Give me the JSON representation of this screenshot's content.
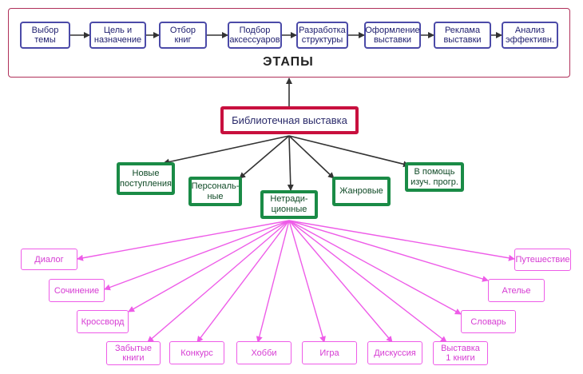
{
  "stages": {
    "title": "ЭТАПЫ",
    "items": [
      "Выбор\nтемы",
      "Цель и\nназначение",
      "Отбор\nкниг",
      "Подбор\nаксессуаров",
      "Разработка\nструктуры",
      "Оформление\nвыставки",
      "Реклама\nвыставки",
      "Анализ\nэффективн."
    ]
  },
  "root": {
    "label": "Библиотечная выставка"
  },
  "categories": [
    "Новые\nпоступления",
    "Персональ-\nные",
    "Нетради-\nционные",
    "Жанровые",
    "В помощь\nизуч. прогр."
  ],
  "leaves": [
    "Диалог",
    "Сочинение",
    "Кроссворд",
    "Забытые\nкниги",
    "Конкурс",
    "Хобби",
    "Игра",
    "Дискуссия",
    "Выставка\n1 книги",
    "Словарь",
    "Ателье",
    "Путешествие"
  ],
  "colors": {
    "stage_border": "#4b4aa8",
    "root_border": "#c8103e",
    "category_border": "#1a8b46",
    "leaf_border": "#ee5ce8",
    "arrow_dark": "#333333",
    "arrow_pink": "#ee5ce8"
  }
}
